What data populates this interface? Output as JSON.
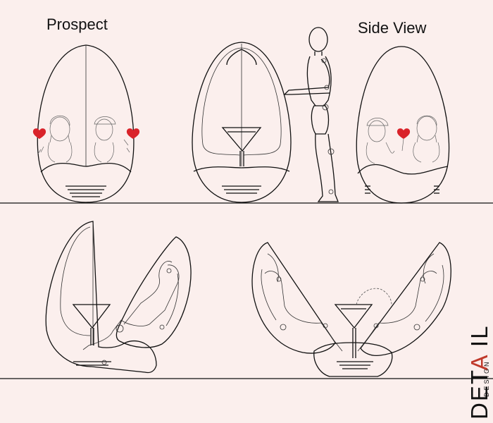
{
  "labels": {
    "prospect": "Prospect",
    "side_view": "Side View"
  },
  "logo": {
    "word_start": "DET",
    "word_accent": "A",
    "word_end": " IL",
    "sub": "DESIGN"
  },
  "colors": {
    "background": "#fbefed",
    "line": "#111111",
    "heart": "#d9232a"
  }
}
